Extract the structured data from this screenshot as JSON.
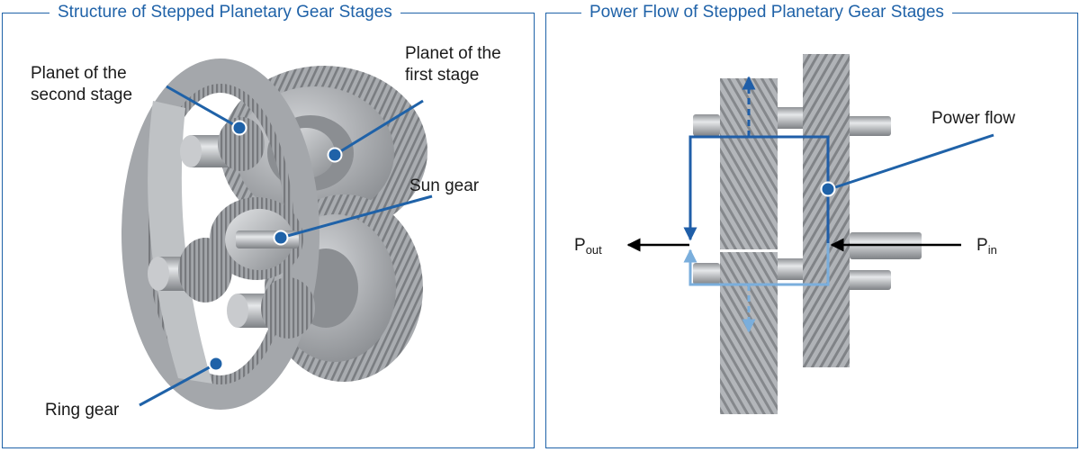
{
  "left_panel": {
    "title": "Structure of Stepped Planetary Gear Stages",
    "labels": {
      "planet_second_line1": "Planet of the",
      "planet_second_line2": "second stage",
      "planet_first_line1": "Planet of the",
      "planet_first_line2": "first stage",
      "sun_gear": "Sun gear",
      "ring_gear": "Ring gear"
    }
  },
  "right_panel": {
    "title": "Power Flow of Stepped Planetary Gear Stages",
    "labels": {
      "power_flow": "Power flow",
      "p_out_main": "P",
      "p_out_sub": "out",
      "p_in_main": "P",
      "p_in_sub": "in"
    }
  },
  "colors": {
    "accent": "#1f62a8",
    "flow_dark": "#1f5ea8",
    "flow_light": "#7aaedc",
    "arrow": "#000000",
    "gear_metal": "#9a9da1"
  }
}
